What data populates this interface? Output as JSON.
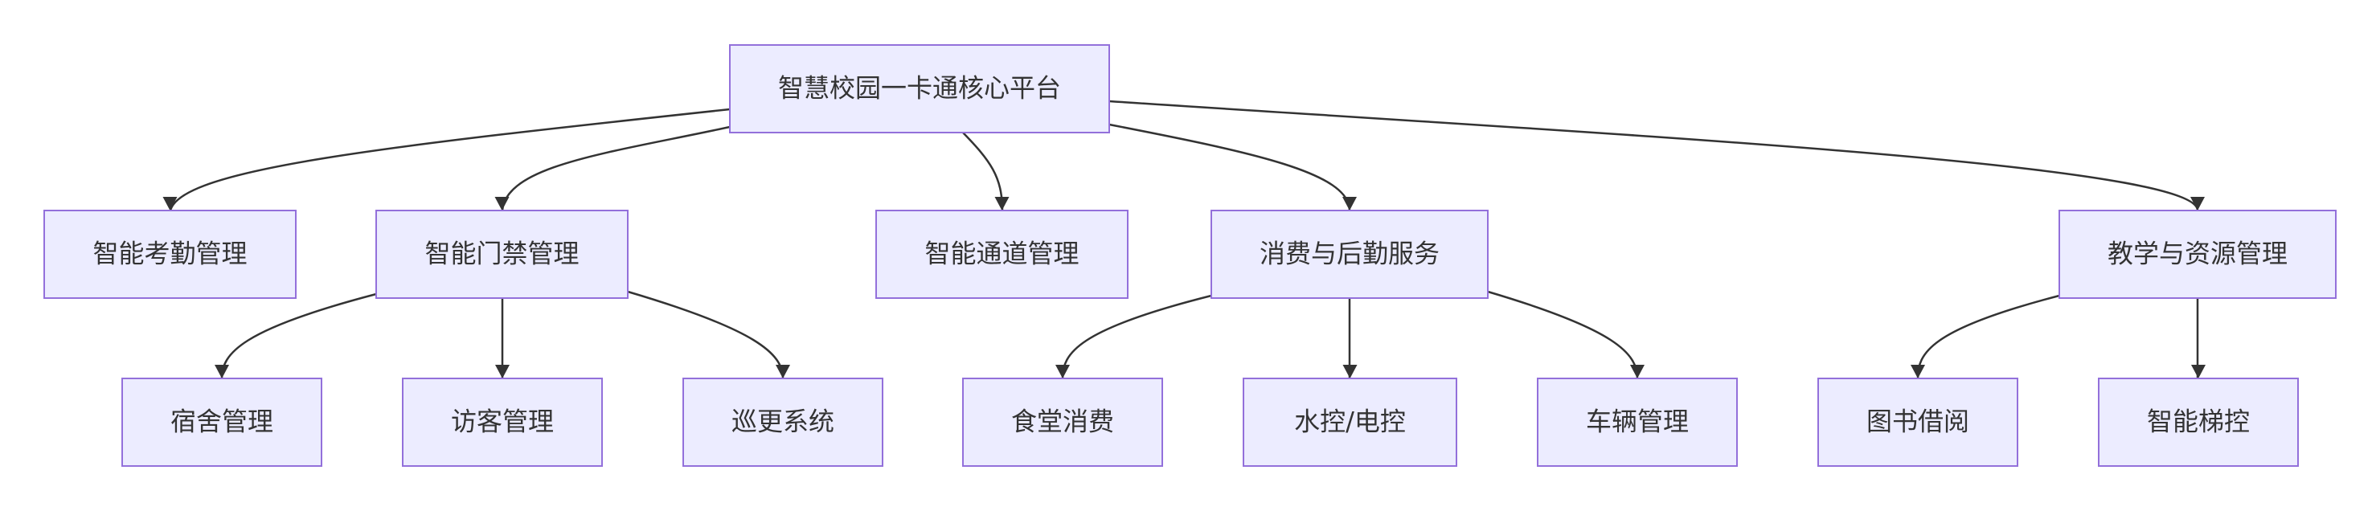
{
  "diagram": {
    "type": "flowchart-tree",
    "colors": {
      "node_fill": "#ececff",
      "node_border": "#9370db",
      "edge": "#333333",
      "text": "#333333"
    },
    "nodes": [
      {
        "id": "root",
        "label": "智慧校园一卡通核心平台"
      },
      {
        "id": "attendance",
        "label": "智能考勤管理"
      },
      {
        "id": "access",
        "label": "智能门禁管理"
      },
      {
        "id": "channel",
        "label": "智能通道管理"
      },
      {
        "id": "consume",
        "label": "消费与后勤服务"
      },
      {
        "id": "teaching",
        "label": "教学与资源管理"
      },
      {
        "id": "dorm",
        "label": "宿舍管理"
      },
      {
        "id": "visitor",
        "label": "访客管理"
      },
      {
        "id": "patrol",
        "label": "巡更系统"
      },
      {
        "id": "canteen",
        "label": "食堂消费"
      },
      {
        "id": "water",
        "label": "水控/电控"
      },
      {
        "id": "vehicle",
        "label": "车辆管理"
      },
      {
        "id": "library",
        "label": "图书借阅"
      },
      {
        "id": "elevator",
        "label": "智能梯控"
      }
    ],
    "edges": [
      {
        "from": "root",
        "to": "attendance"
      },
      {
        "from": "root",
        "to": "access"
      },
      {
        "from": "root",
        "to": "channel"
      },
      {
        "from": "root",
        "to": "consume"
      },
      {
        "from": "root",
        "to": "teaching"
      },
      {
        "from": "access",
        "to": "dorm"
      },
      {
        "from": "access",
        "to": "visitor"
      },
      {
        "from": "access",
        "to": "patrol"
      },
      {
        "from": "consume",
        "to": "canteen"
      },
      {
        "from": "consume",
        "to": "water"
      },
      {
        "from": "consume",
        "to": "vehicle"
      },
      {
        "from": "teaching",
        "to": "library"
      },
      {
        "from": "teaching",
        "to": "elevator"
      }
    ]
  }
}
